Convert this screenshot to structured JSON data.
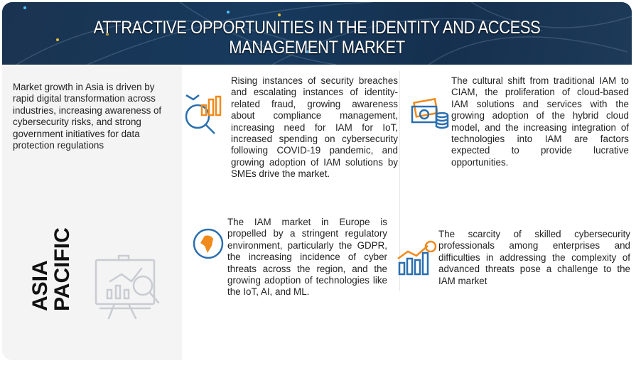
{
  "header": {
    "title": "ATTRACTIVE OPPORTUNITIES IN THE IDENTITY AND ACCESS MANAGEMENT MARKET"
  },
  "left_panel": {
    "description": "Market growth in Asia is driven by rapid digital transformation across industries, increasing awareness of cybersecurity risks, and strong government initiatives for data protection regulations",
    "region_line1": "ASIA",
    "region_line2": "PACIFIC",
    "icon": "presentation-analytics-icon"
  },
  "blocks": [
    {
      "icon": "chart-magnifier-icon",
      "text": "Rising instances of security breaches and escalating instances of identity-related fraud, growing awareness about compliance management, increasing need for IAM for IoT, increased spending on cybersecurity following COVID-19 pandemic, and growing adoption of IAM solutions by SMEs drive the market."
    },
    {
      "icon": "money-coins-icon",
      "text": "The cultural shift from traditional IAM to CIAM, the proliferation of cloud-based IAM solutions and services with the growing adoption of the hybrid cloud model, and the increasing integration of technologies into IAM are factors expected to provide lucrative opportunities."
    },
    {
      "icon": "globe-icon",
      "text": "The IAM market in Europe is propelled by a stringent regulatory environment, particularly the GDPR, the increasing incidence of cyber threats across the region, and the growing adoption of technologies like the IoT, AI, and ML."
    },
    {
      "icon": "growth-chart-coin-icon",
      "text": "The scarcity of skilled cybersecurity professionals among enterprises and difficulties in addressing the complexity of advanced threats pose a challenge to the IAM market"
    }
  ],
  "colors": {
    "header": "#173a5e",
    "accent_blue": "#2a6fb0",
    "accent_orange": "#f08a1c",
    "panel": "#f4f4f5"
  }
}
